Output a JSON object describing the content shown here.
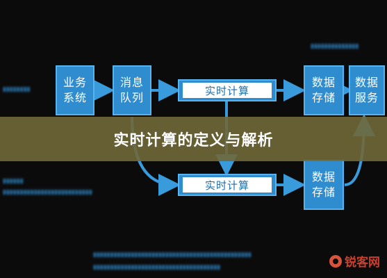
{
  "diagram": {
    "nodes": {
      "business_system": [
        "业务",
        "系统"
      ],
      "message_queue": [
        "消息",
        "队列"
      ],
      "realtime_compute_top": "实时计算",
      "data_storage_top": [
        "数据",
        "存储"
      ],
      "data_service": [
        "数据",
        "服务"
      ],
      "realtime_compute_bottom": "实时计算",
      "data_storage_bottom": [
        "数据",
        "存储"
      ]
    }
  },
  "banner": {
    "title": "实时计算的定义与解析"
  },
  "watermark": {
    "text": "锐客网"
  },
  "colors": {
    "box_fill": "#2f8ccf",
    "box_border": "#58b4ef",
    "arrow": "#3a9bdc",
    "banner_bg": "#706838",
    "background": "#0b0b0c",
    "watermark": "#c8402b"
  }
}
